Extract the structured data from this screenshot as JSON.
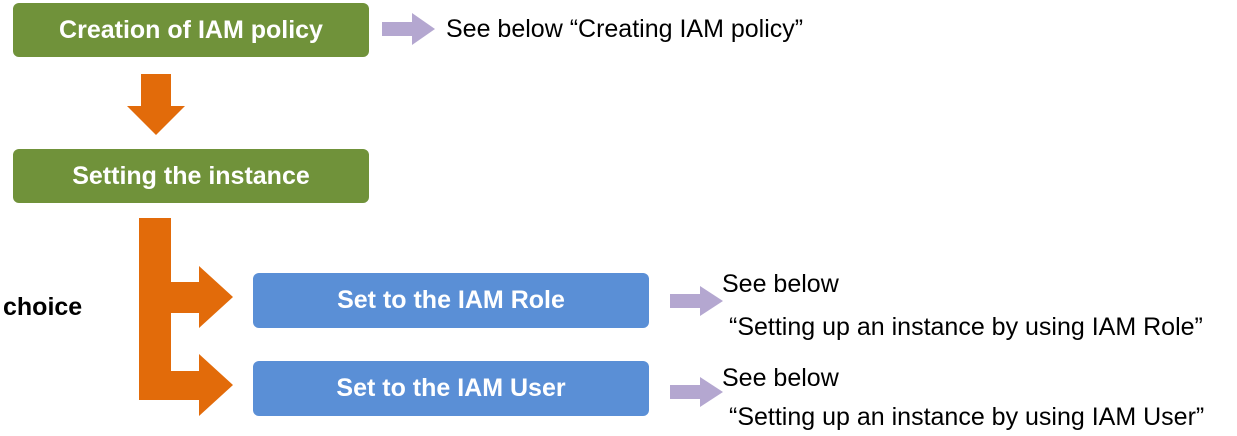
{
  "steps": {
    "create_policy": {
      "label": "Creation of IAM policy",
      "note": "See below “Creating IAM policy”"
    },
    "setting_instance": {
      "label": "Setting the instance"
    },
    "choice_label": "choice",
    "role": {
      "label": "Set to the IAM Role",
      "note_line1": "See below",
      "note_line2": "“Setting up an instance by using IAM Role”"
    },
    "user": {
      "label": "Set to the IAM User",
      "note_line1": "See below",
      "note_line2": "“Setting up an instance by using IAM User”"
    }
  },
  "colors": {
    "green_box": "#70923a",
    "blue_box": "#5a8fd6",
    "flow_arrow": "#e26b0a",
    "note_arrow": "#b4a7d0"
  }
}
